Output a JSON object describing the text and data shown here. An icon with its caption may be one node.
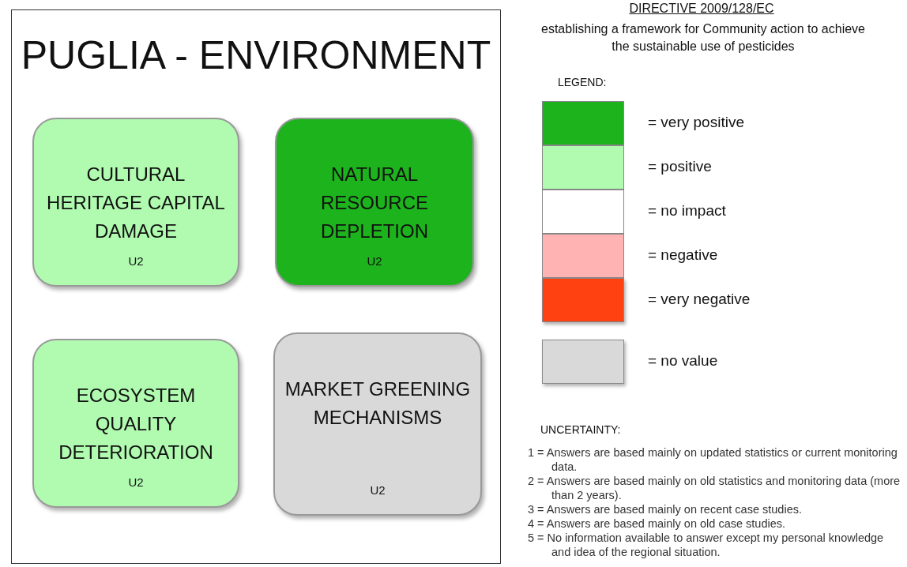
{
  "diagram": {
    "title": "DIRECTIVE 2009/128/EC",
    "nodes": [
      {
        "text": [
          "PUGLIA - ENVIRONMENT"
        ]
      },
      {
        "text": [
          "CULTURAL HERITAGE CAPITAL DAMAGE",
          "U2"
        ],
        "in": 0
      },
      {
        "text": [
          "NATURAL RESOURCE DEPLETION",
          "U2"
        ],
        "in": 0
      },
      {
        "text": [
          "ECOSYSTEM QUALITY DETERIORATION",
          "U2"
        ],
        "in": 0
      },
      {
        "text": [
          "MARKET GREENING MECHANISMS",
          "U2"
        ],
        "in": 0
      }
    ],
    "labels": [
      "establishing a framework for Community action to achieve the sustainable use of pesticides",
      "LEGEND:",
      "UNCERTAINTY:",
      "1 = Answers are based mainly on updated statistics or current monitoring data.",
      "2 = Answers are based mainly on old statistics and monitoring data (more than 2 years).",
      "3 = Answers are based mainly on recent case studies.",
      "4 = Answers are based mainly on old case studies.",
      "5 = No information available to answer except my personal knowledge and idea of the regional situation."
    ],
    "legend": [
      {
        "text": "= very positive",
        "color": "#1db31d"
      },
      {
        "text": "= positive",
        "color": "#b0fbb0"
      },
      {
        "text": "= no impact",
        "color": "#ffffff"
      },
      {
        "text": "= negative",
        "color": "#ffb3b3"
      },
      {
        "text": "= very negative",
        "color": "#ff4010"
      },
      {
        "text": "= no value",
        "color": "#d9d9d9"
      }
    ]
  }
}
